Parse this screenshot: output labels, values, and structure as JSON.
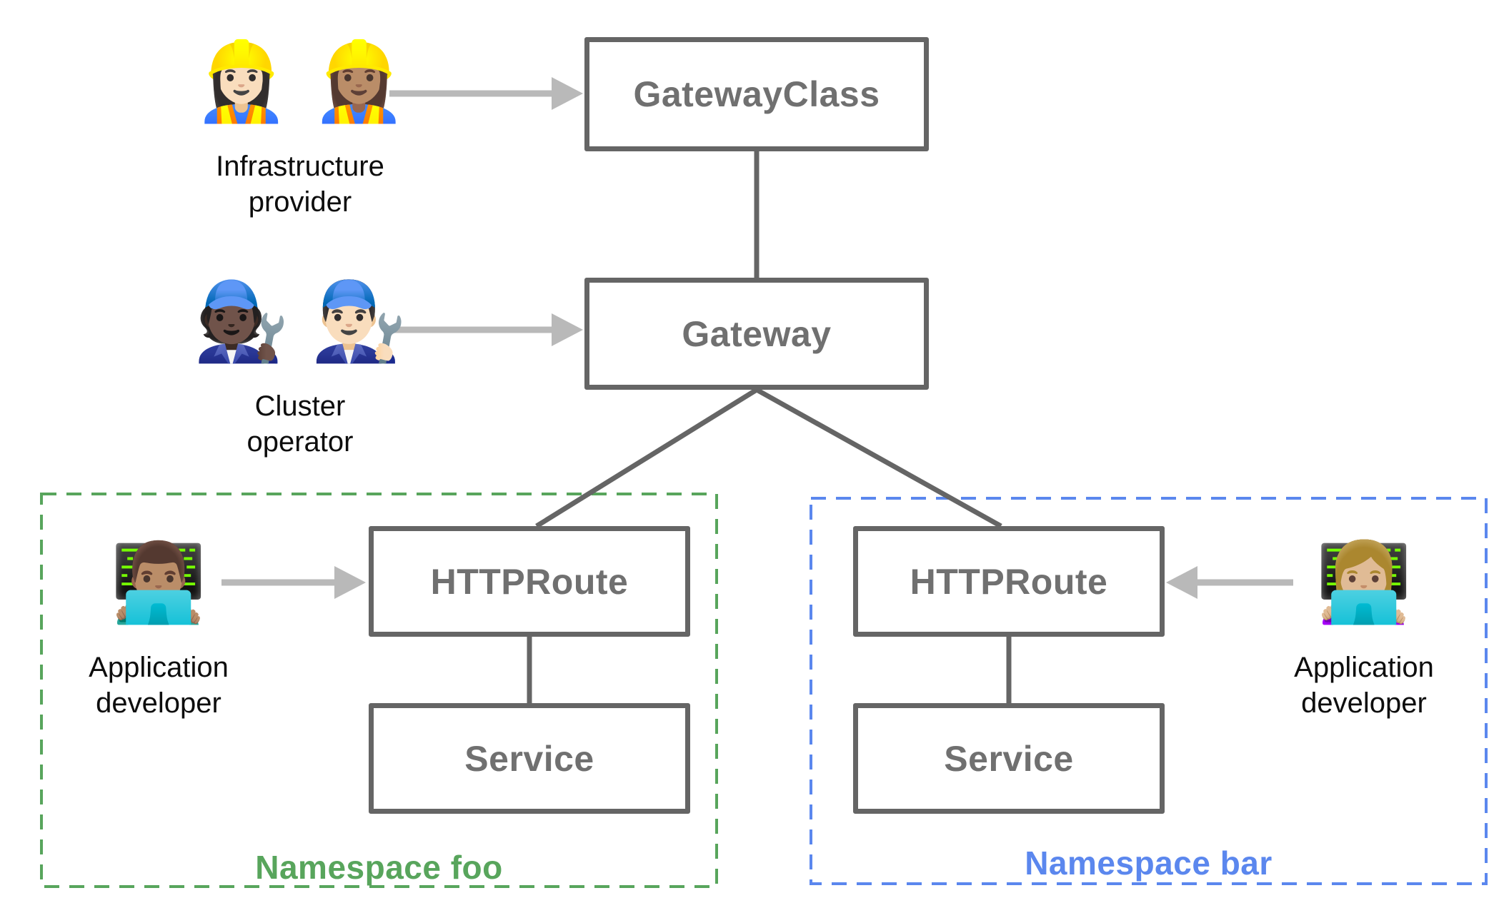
{
  "nodes": {
    "gateway_class": {
      "label": "GatewayClass"
    },
    "gateway": {
      "label": "Gateway"
    },
    "httproute_foo": {
      "label": "HTTPRoute"
    },
    "service_foo": {
      "label": "Service"
    },
    "httproute_bar": {
      "label": "HTTPRoute"
    },
    "service_bar": {
      "label": "Service"
    }
  },
  "personas": {
    "infrastructure_provider": {
      "icons": "👷🏻‍♀️ 👷🏽‍♀️",
      "label_line1": "Infrastructure",
      "label_line2": "provider"
    },
    "cluster_operator": {
      "icons": "🧑🏿‍🔧 👨🏻‍🔧",
      "label_line1": "Cluster",
      "label_line2": "operator"
    },
    "app_developer_foo": {
      "icons": "👨🏽‍💻",
      "label_line1": "Application",
      "label_line2": "developer"
    },
    "app_developer_bar": {
      "icons": "👩🏼‍💻",
      "label_line1": "Application",
      "label_line2": "developer"
    }
  },
  "namespaces": {
    "foo": {
      "label": "Namespace foo"
    },
    "bar": {
      "label": "Namespace bar"
    }
  },
  "colors": {
    "node_border": "#656565",
    "node_text": "#707070",
    "connector": "#656565",
    "arrow": "#b9b9b9",
    "persona_text": "#0d0d0d",
    "namespace_foo": "#58a55c",
    "namespace_bar": "#5b87ee",
    "background": "#ffffff"
  }
}
